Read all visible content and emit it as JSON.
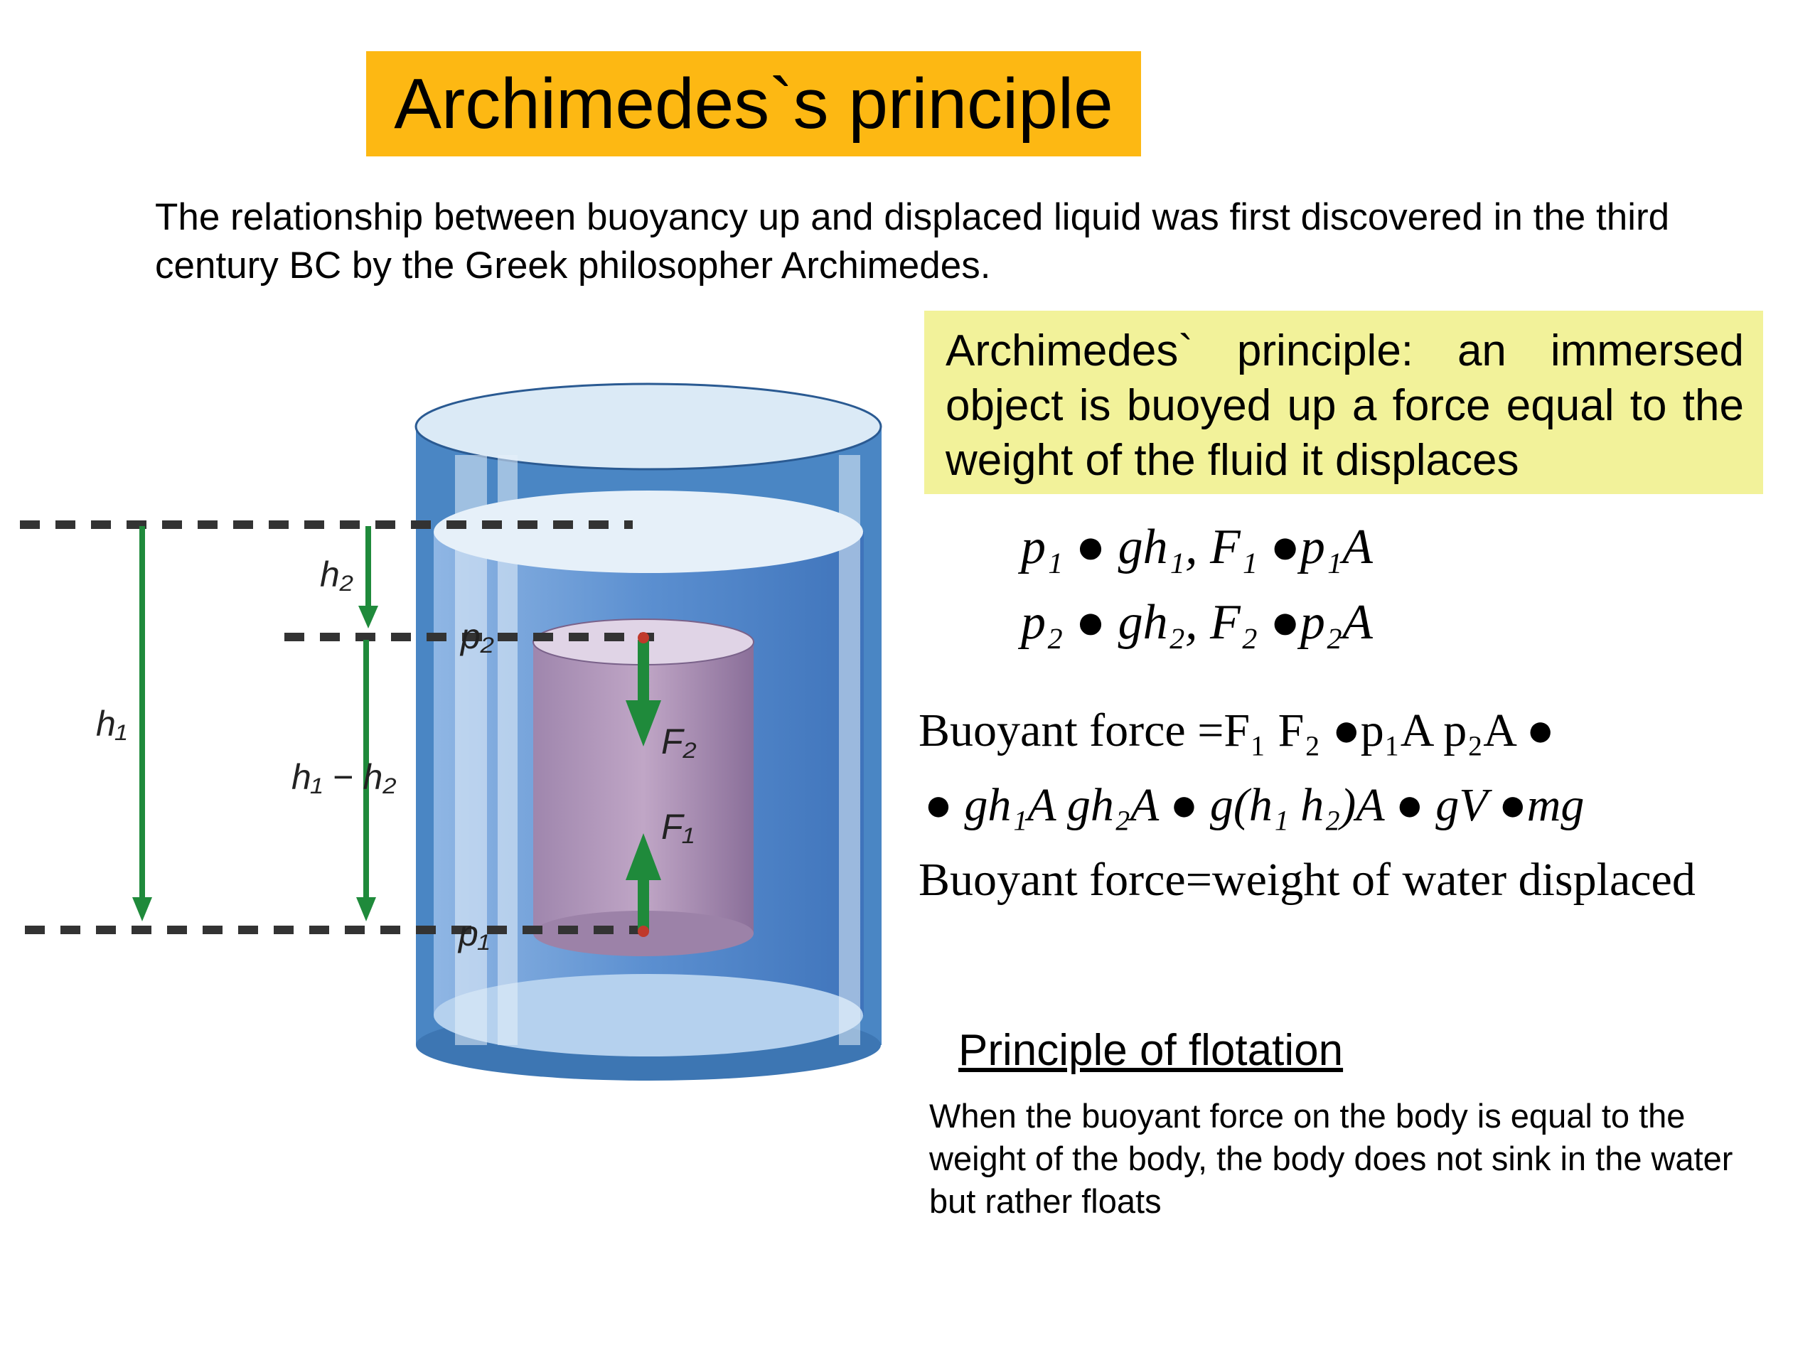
{
  "title": "Archimedes`s principle",
  "intro": "The relationship between buoyancy up and displaced liquid was first discovered in the third century BC by the Greek philosopher Archimedes.",
  "definition": "Archimedes` principle: an immersed object is buoyed up a force equal to the weight of the fluid it displaces",
  "equations": {
    "eq1": "p₁ ● gh₁, F₁ ●p₁A",
    "eq2": "p₂ ● gh₂, F₂ ●p₂A"
  },
  "buoyant": {
    "line1": "Buoyant force =F₁ ⁠F₂ ●p₁A p₂A ●",
    "line2": "● gh₁A  gh₂A ● g(h₁ h₂)A ● gV ●mg",
    "line3": "Buoyant force=weight of water displaced"
  },
  "flotation": {
    "heading": "Principle of flotation",
    "text": "When the buoyant force on the body is equal to the weight of the body, the body does not sink in the water but rather floats"
  },
  "diagram_labels": {
    "h1": "h₁",
    "h2": "h₂",
    "h1_minus_h2": "h₁ − h₂",
    "p1": "p₁",
    "p2": "p₂",
    "F1": "F₁",
    "F2": "F₂"
  },
  "colors": {
    "title_bg": "#fdb813",
    "definition_bg": "#f2f29a",
    "water": "#5b8fd0",
    "arrow_green": "#1f8a3b",
    "object": "#b093b8"
  }
}
